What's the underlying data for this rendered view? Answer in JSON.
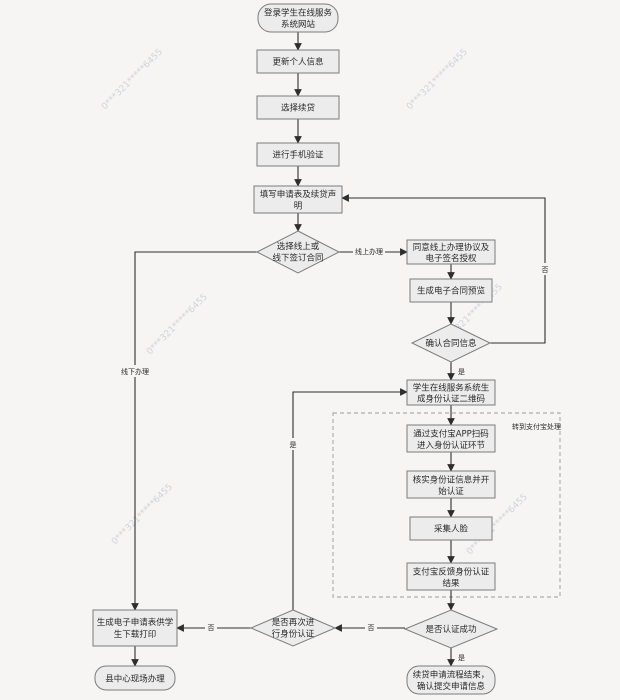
{
  "nodes": {
    "start": [
      "登录学生在线服务",
      "系统网站"
    ],
    "update_info": [
      "更新个人信息"
    ],
    "select_renewal": [
      "选择续贷"
    ],
    "phone_verify": [
      "进行手机验证"
    ],
    "fill_form": [
      "填写申请表及续贷声",
      "明"
    ],
    "choose_sign": [
      "选择线上或",
      "线下签订合同"
    ],
    "agree_online": [
      "同意线上办理协议及",
      "电子签名授权"
    ],
    "contract_preview": [
      "生成电子合同预览"
    ],
    "confirm_contract": [
      "确认合同信息"
    ],
    "gen_qr": [
      "学生在线服务系统生",
      "成身份认证二维码"
    ],
    "alipay_scan": [
      "通过支付宝APP扫码",
      "进入身份认证环节"
    ],
    "verify_id": [
      "核实身份证信息并开",
      "始认证"
    ],
    "face": [
      "采集人脸"
    ],
    "alipay_feedback": [
      "支付宝反馈身份认证",
      "结果"
    ],
    "auth_success": [
      "是否认证成功"
    ],
    "retry": [
      "是否再次进",
      "行身份认证"
    ],
    "gen_form": [
      "生成电子申请表供学",
      "生下载打印"
    ],
    "county_center": [
      "县中心现场办理"
    ],
    "finish": [
      "续贷申请流程结束，",
      "确认提交申请信息"
    ]
  },
  "edges": {
    "online": "线上办理",
    "offline": "线下办理",
    "no_confirm": "否",
    "yes_confirm": "是",
    "no_auth": "否",
    "yes_auth": "是",
    "no_retry": "否",
    "yes_retry": "是"
  },
  "group_label": "转到支付宝处理",
  "watermarks": [
    "0***321*****6455",
    "0***321*****6455",
    "0***321*****6455",
    "0***321*****6455",
    "0***321*****6455",
    "0***321*****6455"
  ]
}
